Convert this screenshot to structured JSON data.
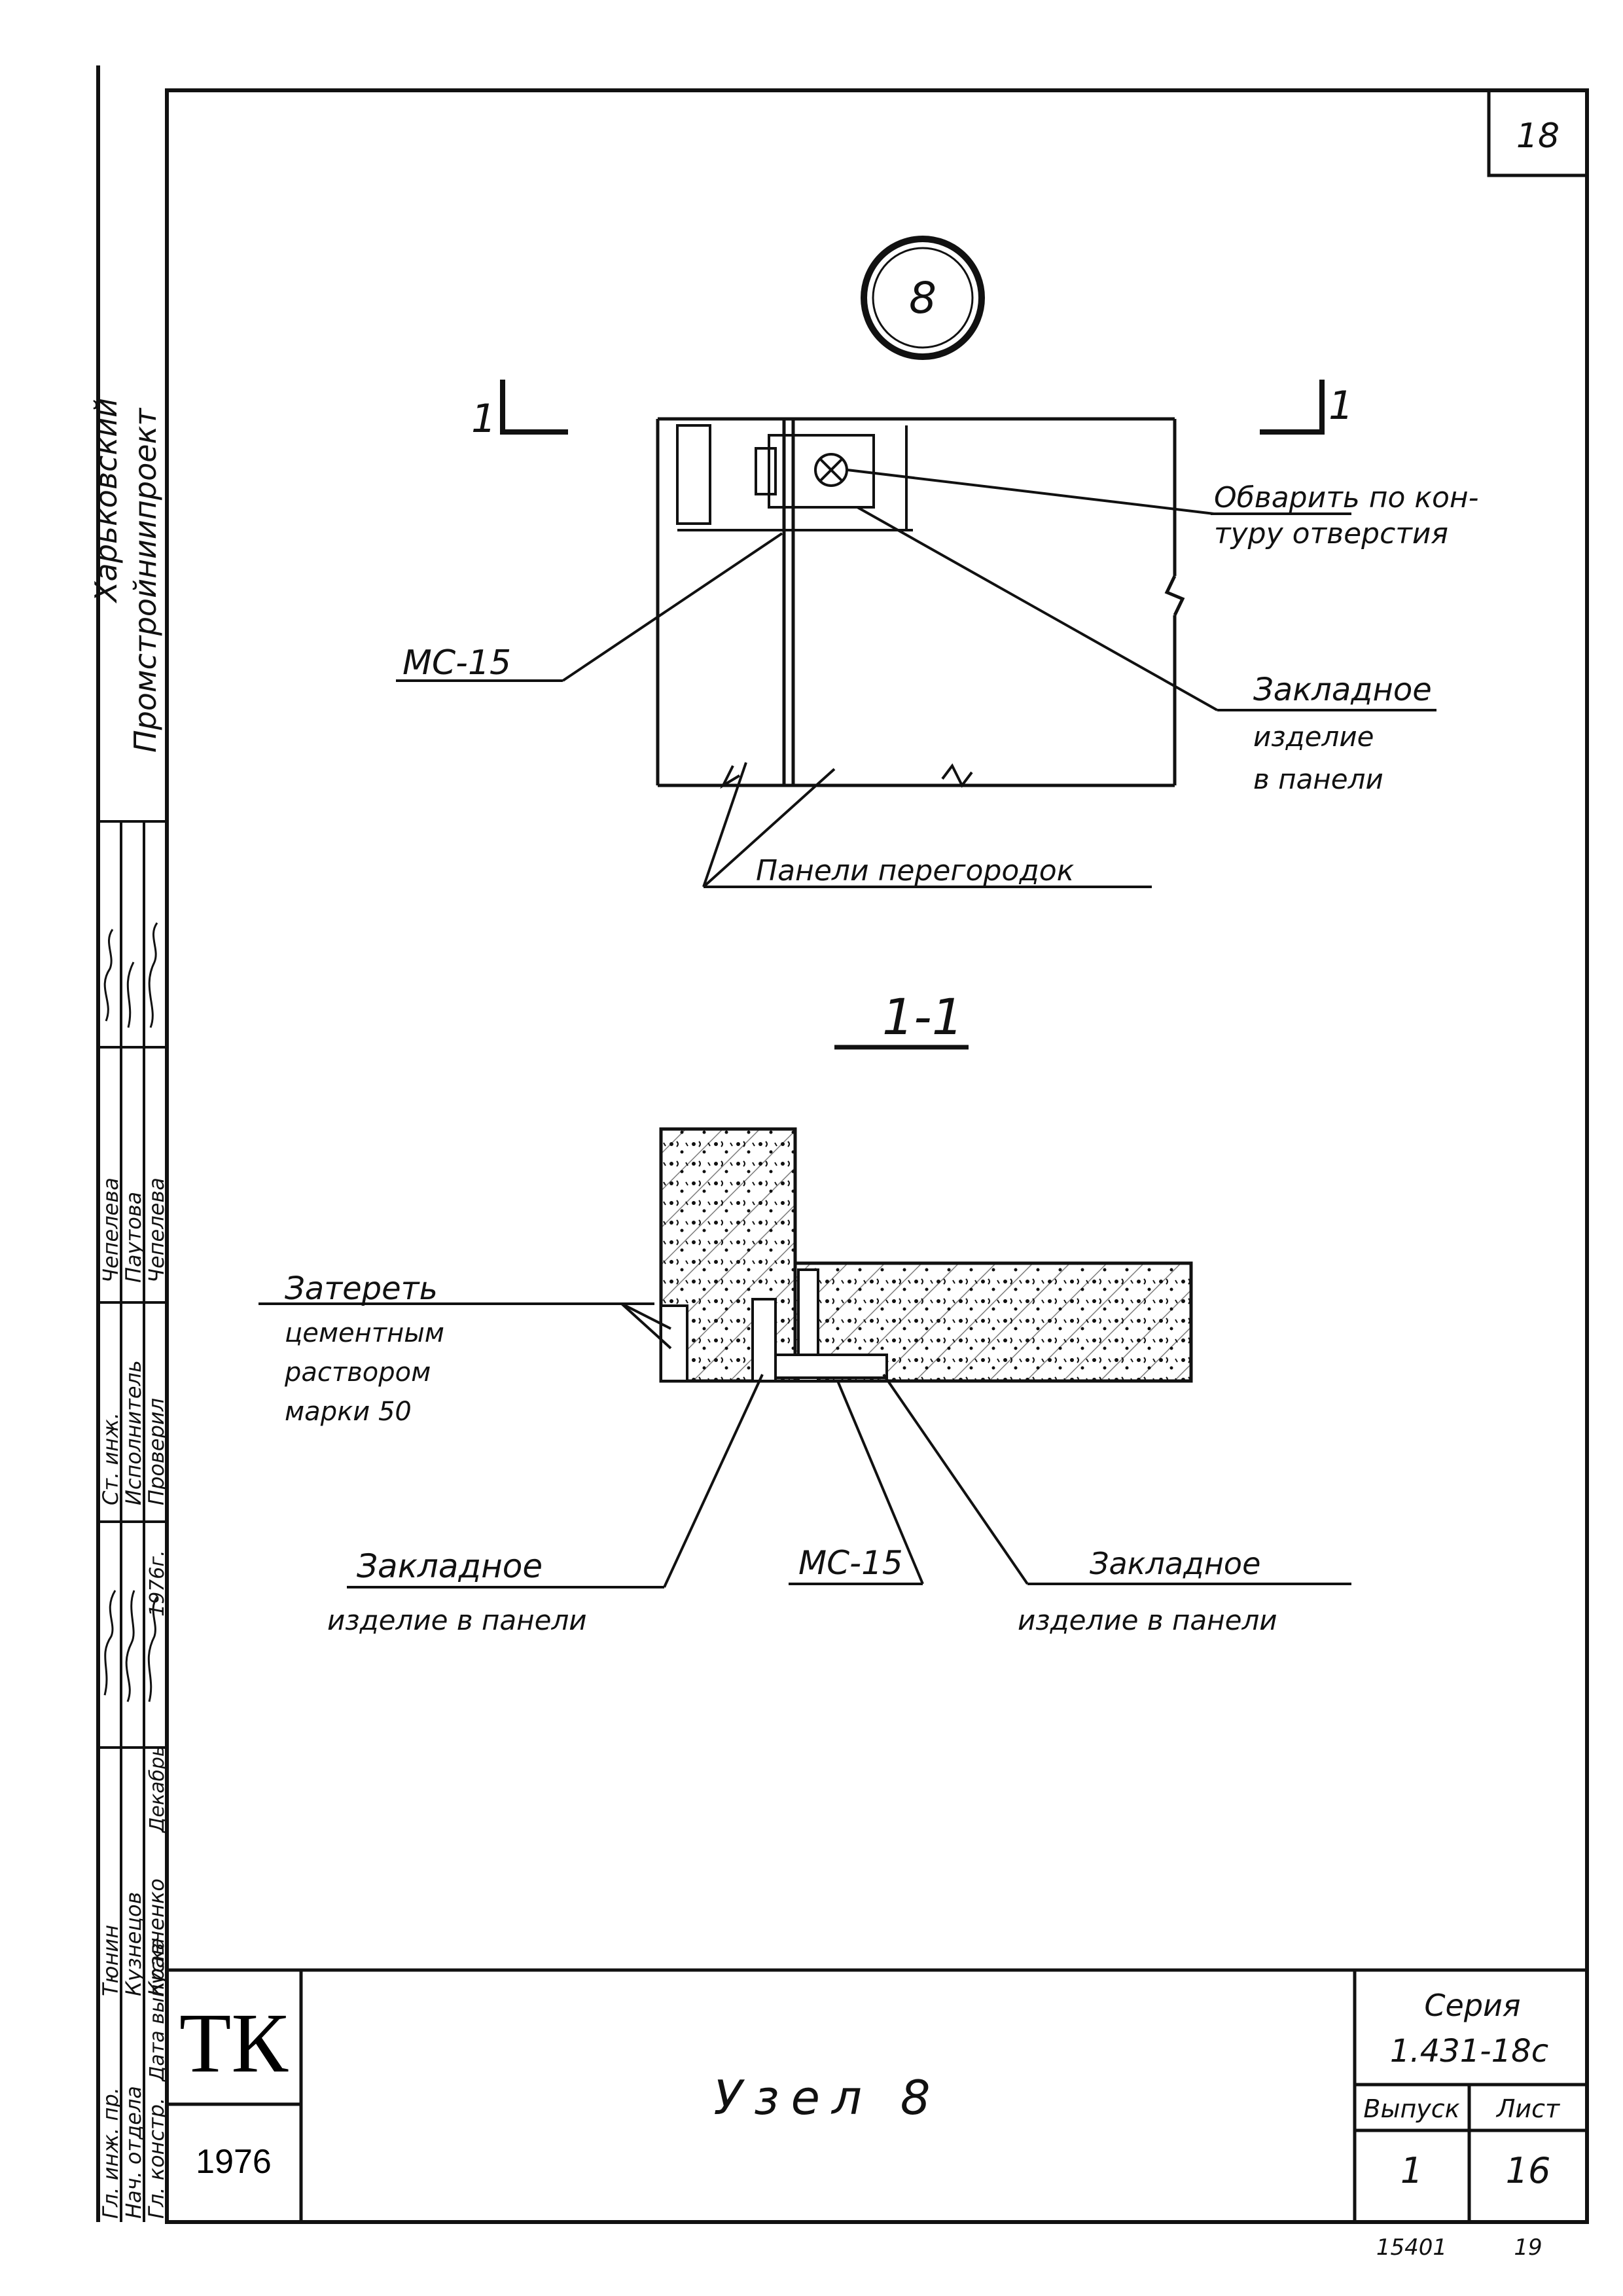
{
  "sheet_number": "18",
  "node_circle_number": "8",
  "section_mark_left": "1",
  "section_mark_right": "1",
  "plan": {
    "note_outline": [
      "Обварить по кон-",
      "туру отверстия"
    ],
    "label_ms15": "МС-15",
    "label_embedded": [
      "Закладное",
      "изделие",
      "в панели"
    ],
    "label_panels": "Панели перегородок"
  },
  "section": {
    "title": "1-1",
    "note_mortar": [
      "Затереть",
      "цементным",
      "раствором",
      "марки 50"
    ],
    "label_embedded_left": [
      "Закладное",
      "изделие в панели"
    ],
    "label_ms15": "МС-15",
    "label_embedded_right": [
      "Закладное",
      "изделие в панели"
    ]
  },
  "left_stamp": {
    "org": [
      "Харьковский",
      "Промстройниипроект"
    ],
    "rows": [
      {
        "role": "Гл. инж. пр.",
        "name": "Тюнин",
        "role2": "Ст. инж.",
        "name2": "Чепелева"
      },
      {
        "role": "Нач. отдела",
        "name": "Кузнецов",
        "role2": "Исполнитель",
        "name2": "Паутова"
      },
      {
        "role": "Гл. констр.",
        "name": "Кравченко",
        "role2": "Проверил",
        "name2": "Чепелева"
      },
      {
        "role": "Дата выпуска",
        "name": "Декабрь",
        "role2": "1976г.",
        "name2": ""
      }
    ]
  },
  "title_block": {
    "logo": "ТК",
    "year": "1976",
    "title": "Узел 8",
    "series_label": "Серия",
    "series_value": "1.431-18с",
    "issue_label": "Выпуск",
    "sheet_label": "Лист",
    "issue_value": "1",
    "sheet_value": "16",
    "below_left": "15401",
    "below_right": "19"
  },
  "colors": {
    "ink": "#111111",
    "paper": "#ffffff"
  }
}
